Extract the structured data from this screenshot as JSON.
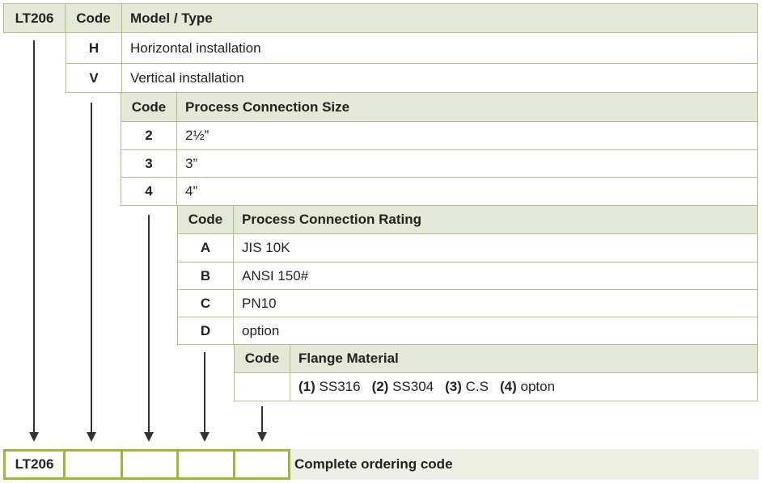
{
  "model_table": {
    "prefix": "LT206",
    "code_header": "Code",
    "title": "Model / Type",
    "rows": [
      {
        "code": "H",
        "desc": "Horizontal installation"
      },
      {
        "code": "V",
        "desc": "Vertical installation"
      }
    ]
  },
  "size_table": {
    "code_header": "Code",
    "title": "Process Connection Size",
    "rows": [
      {
        "code": "2",
        "desc": "2½”"
      },
      {
        "code": "3",
        "desc": "3”"
      },
      {
        "code": "4",
        "desc": "4”"
      }
    ]
  },
  "rating_table": {
    "code_header": "Code",
    "title": "Process Connection Rating",
    "rows": [
      {
        "code": "A",
        "desc": "JIS 10K"
      },
      {
        "code": "B",
        "desc": "ANSI 150#"
      },
      {
        "code": "C",
        "desc": "PN10"
      },
      {
        "code": "D",
        "desc": "option"
      }
    ]
  },
  "flange_table": {
    "code_header": "Code",
    "title": "Flange Material",
    "options": [
      {
        "num": "(1)",
        "label": "SS316"
      },
      {
        "num": "(2)",
        "label": "SS304"
      },
      {
        "num": "(3)",
        "label": "C.S"
      },
      {
        "num": "(4)",
        "label": "opton"
      }
    ]
  },
  "ordering": {
    "prefix": "LT206",
    "label": "Complete ordering code"
  },
  "colors": {
    "header_bg": "#e4e8d6",
    "border": "#b5bf8c",
    "box_border": "#9bb83c"
  }
}
